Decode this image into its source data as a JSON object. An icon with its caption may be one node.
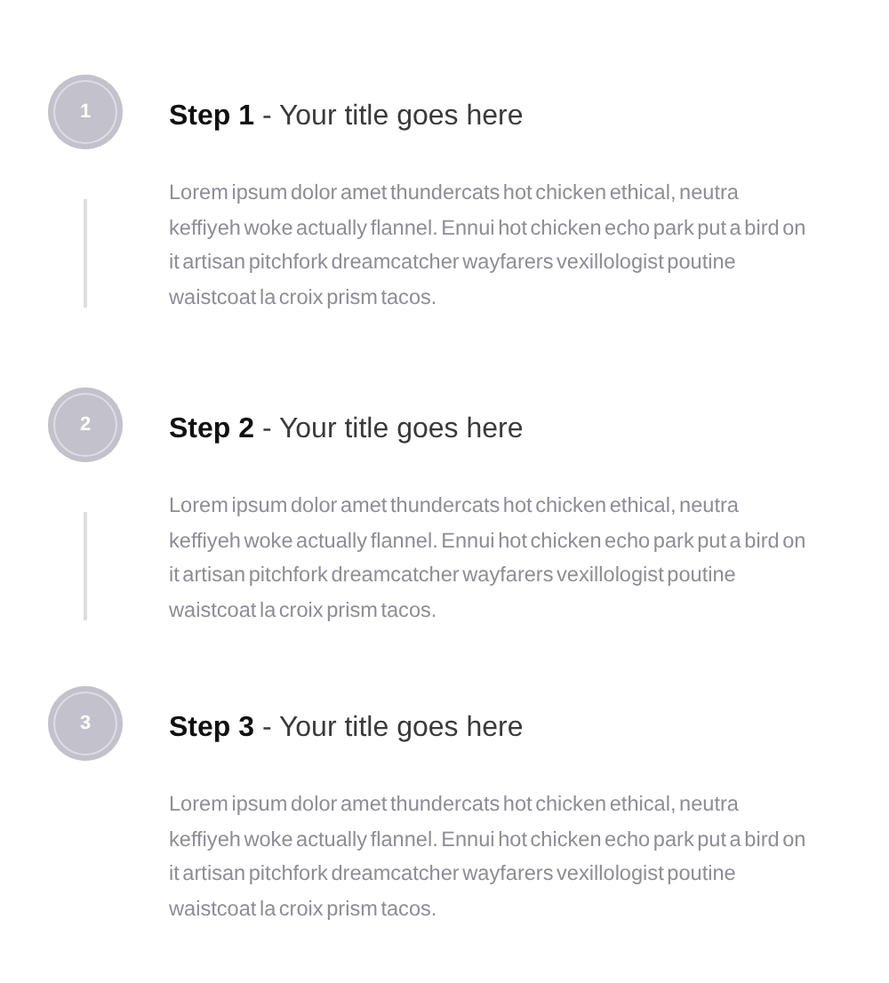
{
  "diagram": {
    "nodes": [
      {
        "text": [
          "1"
        ],
        "beside": [
          "**Step 1** - Your title goes here",
          "Lorem ipsum dolor amet thundercats hot chicken ethical, neutra keffiyeh woke actually flannel. Ennui hot chicken echo park put a bird on it artisan pitchfork dreamcatcher wayfarers vexillologist poutine waistcoat la croix prism tacos."
        ]
      },
      {
        "text": [
          "2"
        ],
        "beside": [
          "**Step 2** - Your title goes here",
          "Lorem ipsum dolor amet thundercats hot chicken ethical, neutra keffiyeh woke actually flannel. Ennui hot chicken echo park put a bird on it artisan pitchfork dreamcatcher wayfarers vexillologist poutine waistcoat la croix prism tacos."
        ]
      },
      {
        "text": [
          "3"
        ],
        "beside": [
          "**Step 3** - Your title goes here",
          "Lorem ipsum dolor amet thundercats hot chicken ethical, neutra keffiyeh woke actually flannel. Ennui hot chicken echo park put a bird on it artisan pitchfork dreamcatcher wayfarers vexillologist poutine waistcoat la croix prism tacos."
        ]
      }
    ]
  }
}
